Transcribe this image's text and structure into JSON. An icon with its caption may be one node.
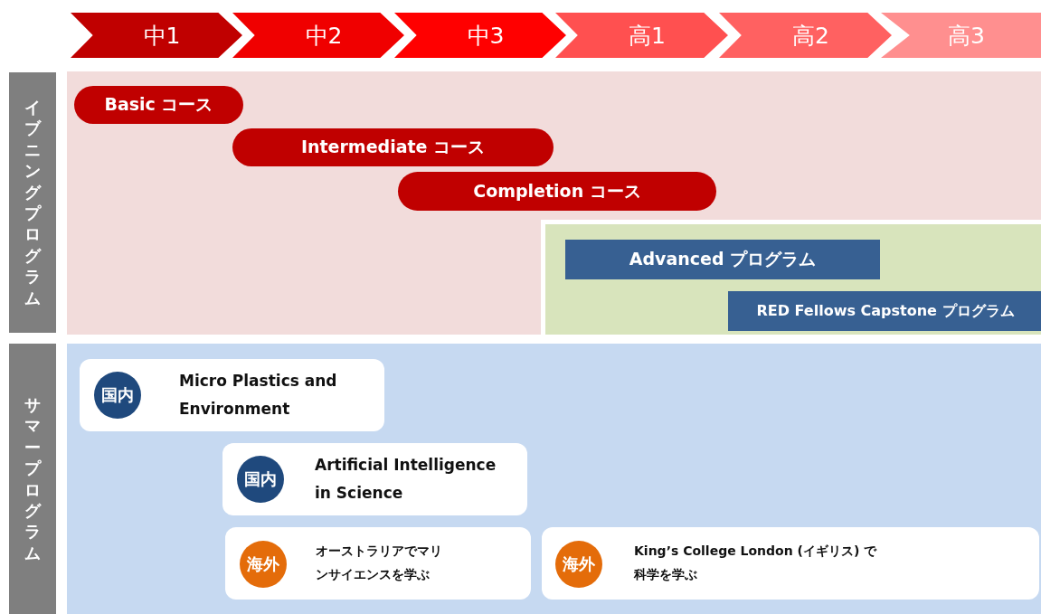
{
  "diagram": {
    "nodes": [
      {
        "text": [
          "中1"
        ]
      },
      {
        "text": [
          "中2"
        ]
      },
      {
        "text": [
          "中3"
        ]
      },
      {
        "text": [
          "高1"
        ]
      },
      {
        "text": [
          "高2"
        ]
      },
      {
        "text": [
          "高3"
        ]
      },
      {
        "text": [
          "イブニングプログラム"
        ]
      },
      {
        "text": [],
        "shape": "box"
      },
      {
        "text": [
          "Basic コース"
        ],
        "in": 7
      },
      {
        "text": [
          "Intermediate コース"
        ],
        "in": 7
      },
      {
        "text": [
          "Completion コース"
        ],
        "in": 7
      },
      {
        "text": [],
        "shape": "box",
        "in": 7
      },
      {
        "text": [
          "Advanced プログラム"
        ],
        "in": 11
      },
      {
        "text": [
          "RED Fellows Capstone プログラム"
        ],
        "in": 11
      },
      {
        "text": [
          "サマープログラム"
        ]
      },
      {
        "text": [],
        "shape": "box"
      },
      {
        "text": [
          "Micro Plastics and Environment"
        ],
        "in": 15
      },
      {
        "text": [
          "国内"
        ],
        "in": 16
      },
      {
        "text": [
          "Artificial Intelligence in Science"
        ],
        "in": 15
      },
      {
        "text": [
          "国内"
        ],
        "in": 18
      },
      {
        "text": [
          "オーストラリアでマリンサイエンスを学ぶ"
        ],
        "in": 15
      },
      {
        "text": [
          "海外"
        ],
        "in": 20
      },
      {
        "text": [
          "King’s College London (イギリス) で科学を学ぶ"
        ],
        "in": 15
      },
      {
        "text": [
          "海外"
        ],
        "in": 22
      }
    ]
  }
}
